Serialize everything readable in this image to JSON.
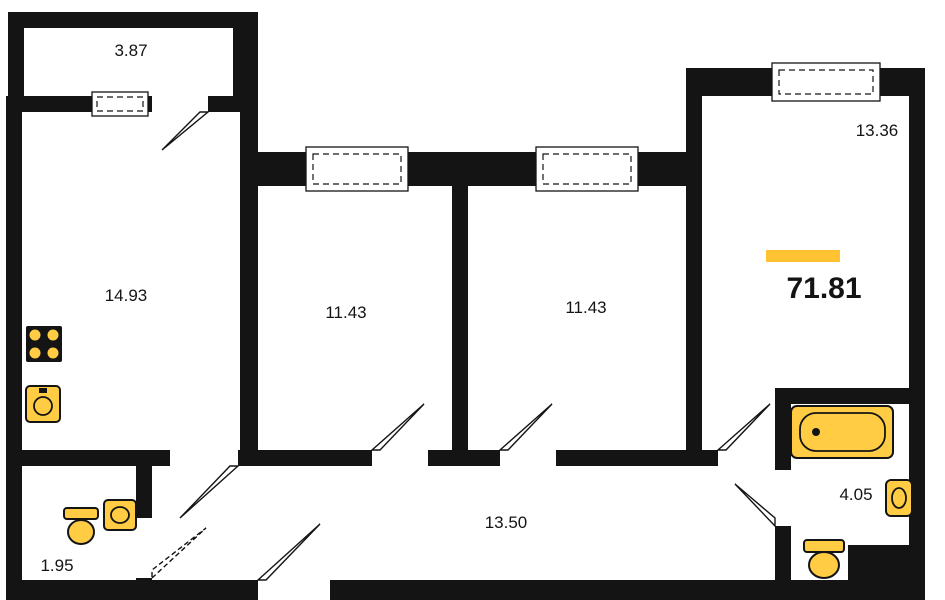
{
  "plan": {
    "total_area": "71.81",
    "rooms": [
      {
        "id": "balcony",
        "area": "3.87"
      },
      {
        "id": "kitchen",
        "area": "14.93"
      },
      {
        "id": "bedroom-1",
        "area": "11.43"
      },
      {
        "id": "bedroom-2",
        "area": "11.43"
      },
      {
        "id": "living-room",
        "area": "13.36"
      },
      {
        "id": "hallway",
        "area": "13.50"
      },
      {
        "id": "bathroom",
        "area": "4.05"
      },
      {
        "id": "wc",
        "area": "1.95"
      }
    ],
    "fixtures": [
      {
        "icon": "stove-icon",
        "room": "kitchen"
      },
      {
        "icon": "kitchen-sink-icon",
        "room": "kitchen"
      },
      {
        "icon": "bathtub-icon",
        "room": "bathroom"
      },
      {
        "icon": "washbasin-icon",
        "room": "bathroom"
      },
      {
        "icon": "toilet-icon",
        "room": "bathroom"
      },
      {
        "icon": "toilet-icon",
        "room": "wc"
      },
      {
        "icon": "washbasin-icon",
        "room": "wc"
      }
    ],
    "colors": {
      "wall": "#141414",
      "fixture": "#FFCC44",
      "accent": "#FFC233",
      "background": "#FFFFFF",
      "text": "#141414"
    }
  }
}
